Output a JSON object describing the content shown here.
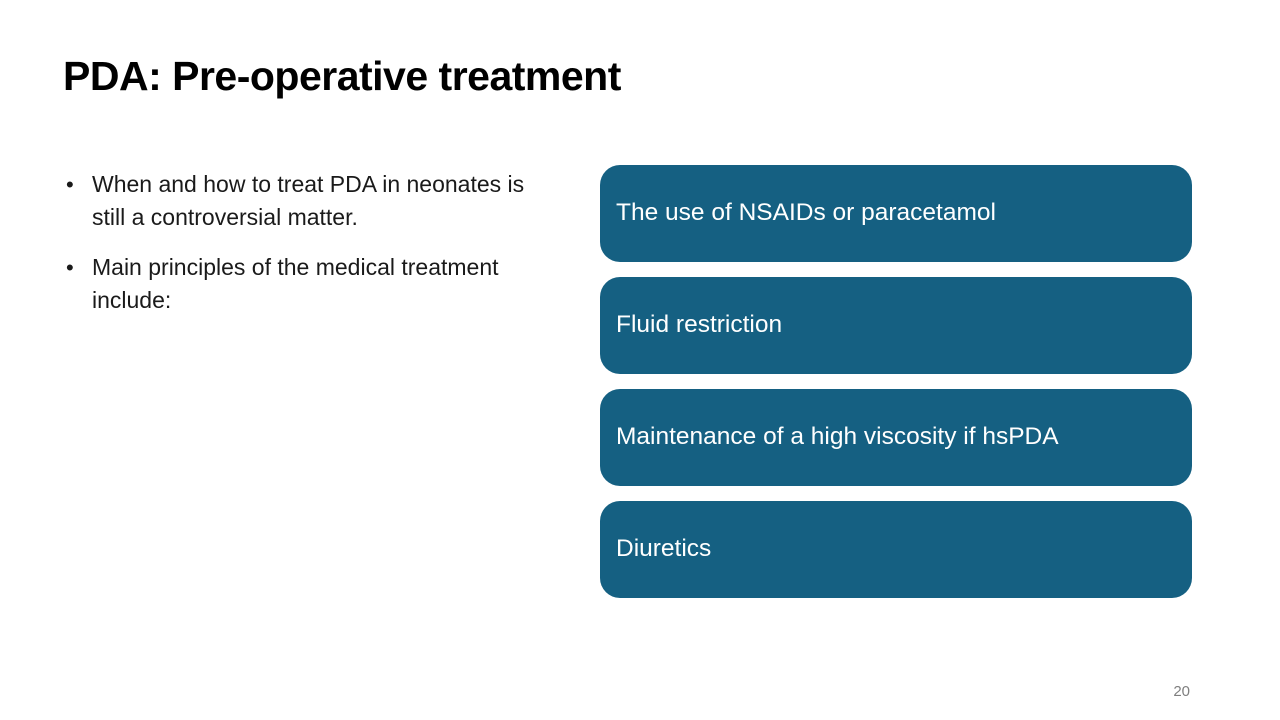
{
  "slide": {
    "title": "PDA: Pre-operative treatment",
    "bullets": [
      "When and how to treat PDA in neonates is still a controversial matter.",
      "Main principles of the medical treatment include:"
    ],
    "boxes": [
      {
        "label": "The use of NSAIDs or paracetamol"
      },
      {
        "label": "Fluid restriction"
      },
      {
        "label": "Maintenance of a high viscosity if hsPDA"
      },
      {
        "label": "Diuretics"
      }
    ],
    "page_number": "20",
    "colors": {
      "box_fill": "#156082",
      "box_text": "#ffffff",
      "title_text": "#000000",
      "body_text": "#1a1a1a",
      "page_number_text": "#7f7f7f",
      "background": "#ffffff"
    }
  }
}
